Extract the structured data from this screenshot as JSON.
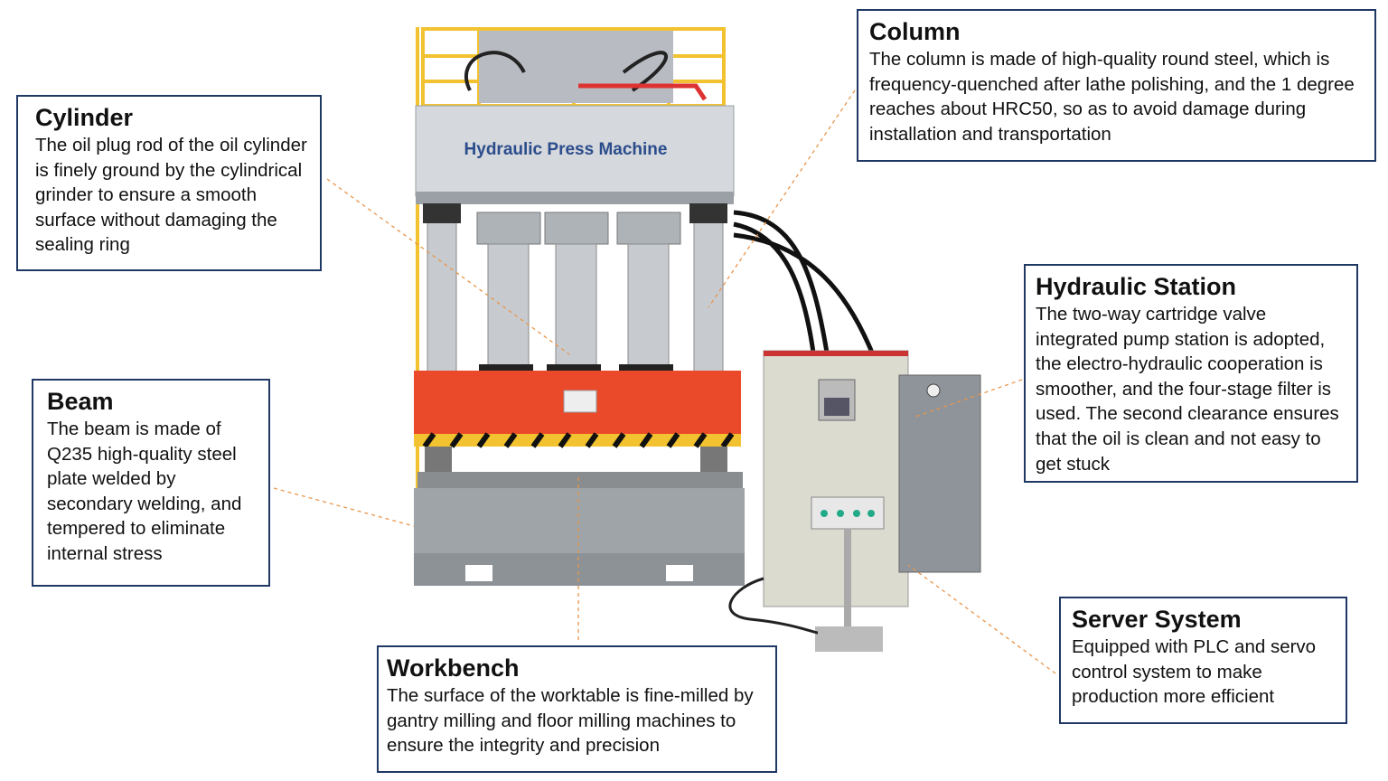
{
  "machine_label": "Hydraulic  Press Machine",
  "callouts": {
    "cylinder": {
      "title": "Cylinder",
      "text": "The oil plug rod of the oil cylinder is finely ground by the cylindrical grinder to ensure a smooth surface without damaging the sealing ring"
    },
    "column": {
      "title": "Column",
      "text": "The column is made of high-quality round steel, which is frequency-quenched after lathe polishing, and the 1 degree reaches about HRC50, so as to avoid damage during installation and transportation"
    },
    "hydraulic_station": {
      "title": "Hydraulic Station",
      "text": "The two-way cartridge valve integrated pump station is adopted, the electro-hydraulic cooperation is smoother, and the four-stage filter is used. The second clearance ensures that the oil is clean and not easy to get stuck"
    },
    "beam": {
      "title": "Beam",
      "text": "The beam is made of Q235 high-quality steel plate welded by secondary welding, and tempered to eliminate internal stress"
    },
    "workbench": {
      "title": "Workbench",
      "text": "The surface of the worktable is fine-milled by gantry milling and floor milling machines to ensure the integrity and precision"
    },
    "server_system": {
      "title": "Server System",
      "text": "Equipped with PLC and servo control system to make production more efficient"
    }
  },
  "colors": {
    "border": "#1f3864",
    "leader": "#e8954a",
    "beam": "#ea4a2a",
    "frame": "#c9ccd0",
    "rail": "#f2c230"
  }
}
